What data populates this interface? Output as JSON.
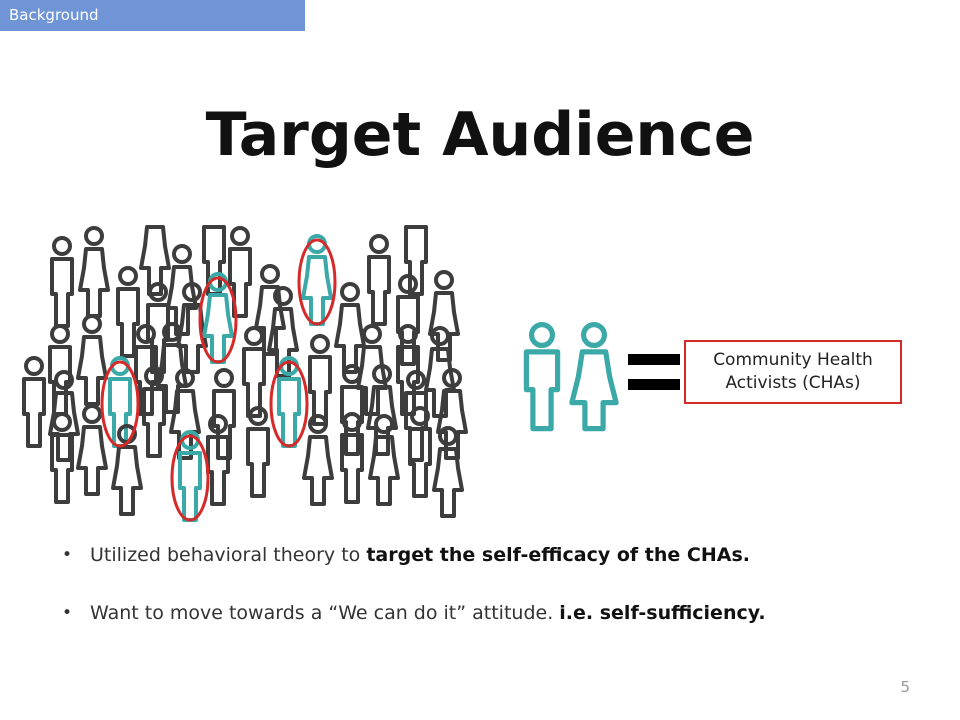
{
  "header": {
    "section": "Background"
  },
  "slide": {
    "title": "Target Audience",
    "page_number": "5"
  },
  "diagram": {
    "definition_box": {
      "line1": "Community Health",
      "line2": "Activists (CHAs)"
    },
    "colors": {
      "person": "#3d3d3d",
      "highlight_person": "#3aa9a8",
      "highlight_ring": "#d52a2a"
    },
    "icons": [
      "person-icon",
      "equals-icon"
    ]
  },
  "bullets": [
    {
      "text": "Utilized behavioral theory to ",
      "bold": "target the self-efficacy of the CHAs."
    },
    {
      "text": "Want to move towards a “We can do it” attitude. ",
      "bold": "i.e. self-sufficiency."
    }
  ]
}
